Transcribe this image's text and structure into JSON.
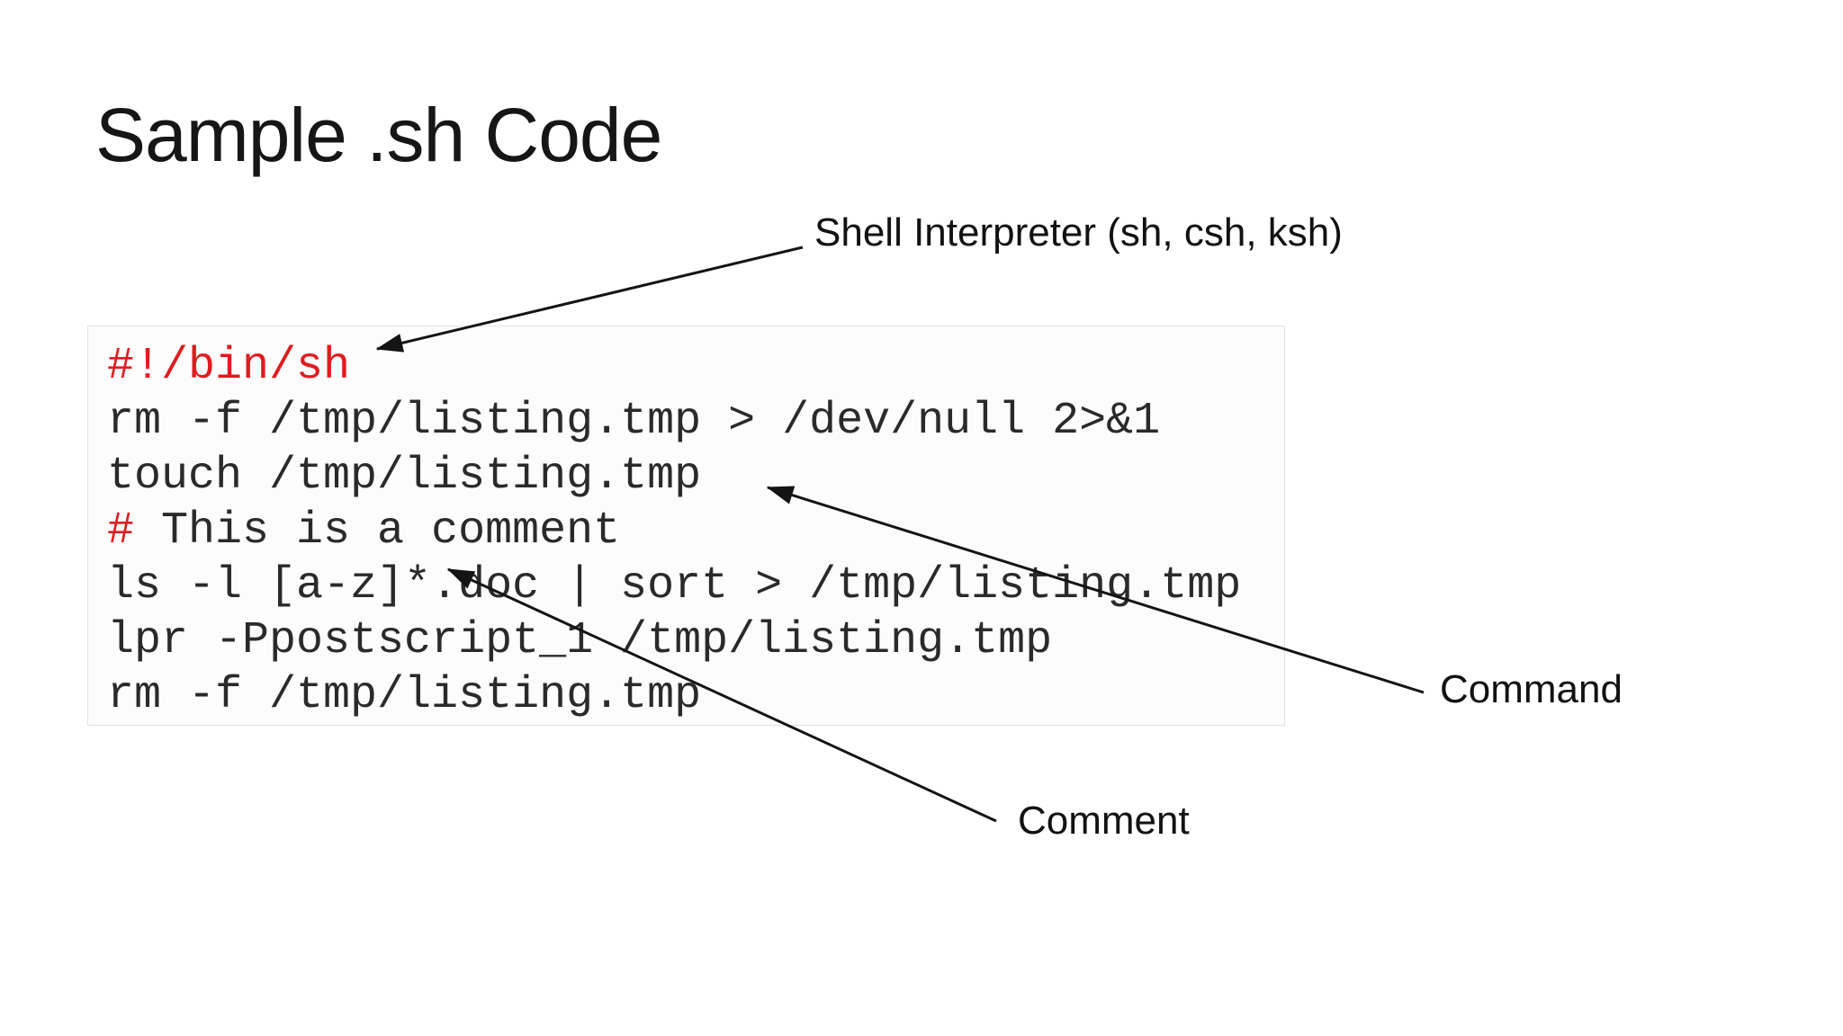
{
  "slide": {
    "title": "Sample .sh Code"
  },
  "callouts": {
    "shell_interpreter": "Shell Interpreter (sh, csh, ksh)",
    "command": "Command",
    "comment": "Comment"
  },
  "code_block": {
    "lines": [
      {
        "segments": [
          {
            "t": "#!/bin/sh",
            "c": "red"
          }
        ]
      },
      {
        "segments": [
          {
            "t": "rm -f /tmp/listing.tmp > /dev/null 2>&1",
            "c": "default"
          }
        ]
      },
      {
        "segments": [
          {
            "t": "touch /tmp/listing.tmp",
            "c": "default"
          }
        ]
      },
      {
        "segments": [
          {
            "t": "#",
            "c": "red"
          },
          {
            "t": " This is a comment",
            "c": "default"
          }
        ]
      },
      {
        "segments": [
          {
            "t": "ls -l [a-z]*.doc | sort > /tmp/listing.tmp",
            "c": "default"
          }
        ]
      },
      {
        "segments": [
          {
            "t": "lpr -Ppostscript_1 /tmp/listing.tmp",
            "c": "default"
          }
        ]
      },
      {
        "segments": [
          {
            "t": "rm -f /tmp/listing.tmp",
            "c": "default"
          }
        ]
      }
    ]
  },
  "colors": {
    "code_red": "#df1c20",
    "code_text": "#2a2a2a",
    "label_text": "#121212",
    "title_text": "#161616",
    "box_border": "#e3e3e3",
    "box_background": "#fcfcfc",
    "arrow": "#141414",
    "slide_background": "#ffffff"
  }
}
